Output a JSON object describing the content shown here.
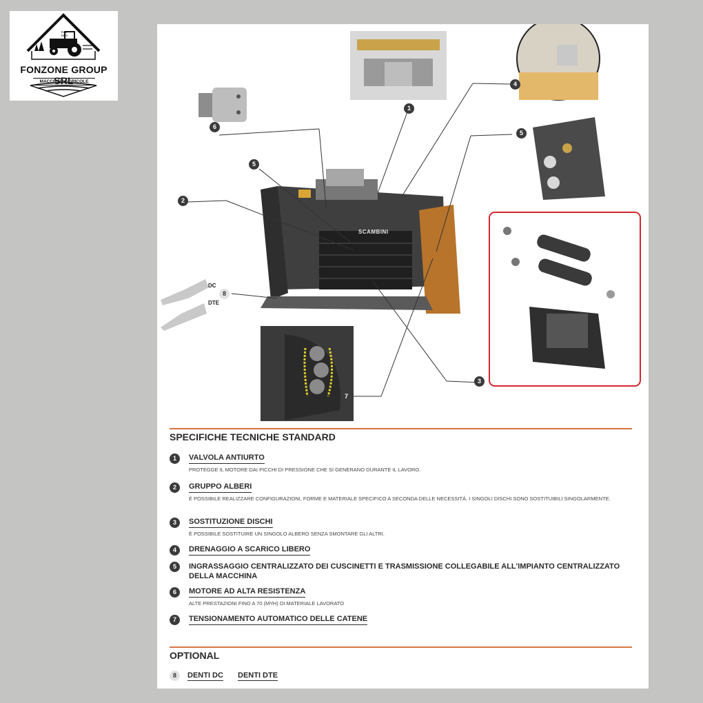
{
  "logo": {
    "brand": "FONZONE GROUP SRL",
    "subtitle": "MACCHINE AGRICOLE",
    "badge_line1": "DAL",
    "badge_line2": "1976"
  },
  "diagram": {
    "brand_mark": "SCAMBINI",
    "callouts": [
      "1",
      "2",
      "3",
      "4",
      "5",
      "5",
      "6",
      "7",
      "8"
    ],
    "tooth_labels": [
      "DC",
      "DTE"
    ]
  },
  "specs_section": {
    "title": "SPECIFICHE TECNICHE STANDARD",
    "items": [
      {
        "num": "1",
        "title": "VALVOLA ANTIURTO",
        "desc": "PROTEGGE IL MOTORE DAI PICCHI DI PRESSIONE CHE SI GENERANO DURANTE IL LAVORO."
      },
      {
        "num": "2",
        "title": "GRUPPO ALBERI",
        "desc": "È POSSIBILE REALIZZARE CONFIGURAZIONI, FORME E MATERIALE SPECIFICO A SECONDA DELLE NECESSITÀ. I SINGOLI DISCHI SONO SOSTITUIBILI SINGOLARMENTE."
      },
      {
        "num": "3",
        "title": "SOSTITUZIONE DISCHI",
        "desc": "È POSSIBILE SOSTITUIRE UN SINGOLO ALBERO SENZA SMONTARE GLI ALTRI."
      },
      {
        "num": "4",
        "title": "DRENAGGIO A SCARICO LIBERO",
        "desc": ""
      },
      {
        "num": "5",
        "title": "INGRASSAGGIO CENTRALIZZATO DEI CUSCINETTI E TRASMISSIONE COLLEGABILE ALL'IMPIANTO CENTRALIZZATO DELLA MACCHINA",
        "desc": ""
      },
      {
        "num": "6",
        "title": "MOTORE AD ALTA RESISTENZA",
        "desc": "ALTE PRESTAZIONI FINO A 70 (M³/H) DI MATERIALE LAVORATO"
      },
      {
        "num": "7",
        "title": "TENSIONAMENTO AUTOMATICO DELLE CATENE",
        "desc": ""
      }
    ]
  },
  "optional_section": {
    "title": "OPTIONAL",
    "num": "8",
    "items": [
      "DENTI DC",
      "DENTI DTE"
    ]
  },
  "colors": {
    "accent_rule": "#d9743f",
    "bucket_orange": "#b8742a",
    "highlight_frame": "#d0262e",
    "chain_yellow": "#e4d22a"
  }
}
